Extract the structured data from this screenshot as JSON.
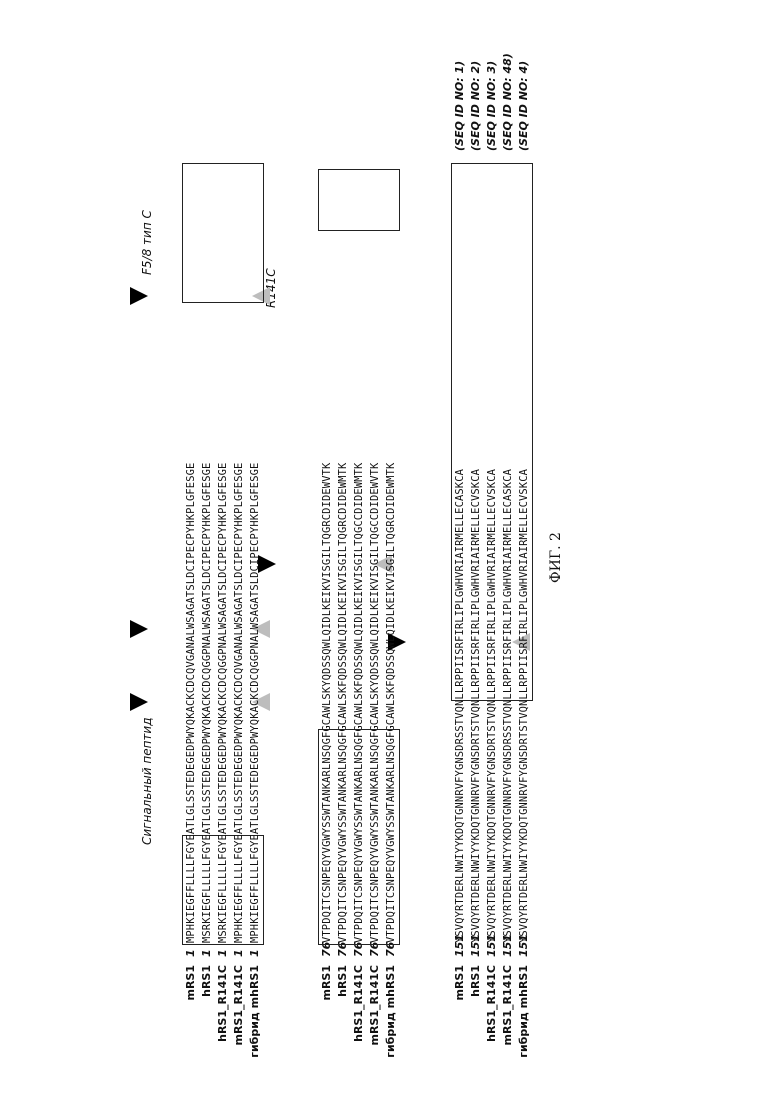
{
  "figure_label": "ФИГ. 2",
  "annotations": {
    "signal_peptide": "Сигнальный пептид",
    "f58": "F5/8 тип C",
    "r141c": "R141C"
  },
  "blocks": [
    {
      "rows": [
        {
          "name": "mRS1",
          "start": "1",
          "seq": "MPHKIEGFFLLLLFGYEATLGLSSTEDEGEDPWYQKACKCDCQVGANALWSAGATSLDCIPECPYHKPLGFESGE"
        },
        {
          "name": "hRS1",
          "start": "1",
          "seq": "MSRKIEGFLLLLLFGYEATLGLSSTEDEGEDPWYQKACKCDCQGGPNALWSAGATSLDCIPECPYHKPLGFESGE"
        },
        {
          "name": "hRS1_R141C",
          "start": "1",
          "seq": "MSRKIEGFLLLLLFGYEATLGLSSTEDEGEDPWYQKACKCDCQGGPNALWSAGATSLDCIPECPYHKPLGFESGE"
        },
        {
          "name": "mRS1_R141C",
          "start": "1",
          "seq": "MPHKIEGFFLLLLFGYEATLGLSSTEDEGEDPWYQKACKCDCQVGANALWSAGATSLDCIPECPYHKPLGFESGE"
        },
        {
          "name": "гибрид mhRS1",
          "start": "1",
          "seq": "MPHKIEGFFLLLLFGYEATLGLSSTEDEGEDPWYQKACKCDCQGGPNALWSAGATSLDCIPECPYHKPLGFESGE"
        }
      ]
    },
    {
      "rows": [
        {
          "name": "mRS1",
          "start": "76",
          "seq": "VTPDQITCSNPEQYVGWYSSWTANKARLNSQGFGCAWLSKYQDSSQWLQIDLKEIKVISGILTQGRCDIDEWVTK"
        },
        {
          "name": "hRS1",
          "start": "76",
          "seq": "VTPDQITCSNPEQYVGWYSSWTANKARLNSQGFGCAWLSKFQDSSQWLQIDLKEIKVISGILTQGRCDIDEWMTK"
        },
        {
          "name": "hRS1_R141C",
          "start": "76",
          "seq": "VTPDQITCSNPEQYVGWYSSWTANKARLNSQGFGCAWLSKFQDSSQWLQIDLKEIKVISGILTQGCCDIDEWMTK"
        },
        {
          "name": "mRS1_R141C",
          "start": "76",
          "seq": "VTPDQITCSNPEQYVGWYSSWTANKARLNSQGFGCAWLSKYQDSSQWLQIDLKEIKVISGILTQGCCDIDEWVTK"
        },
        {
          "name": "гибрид mhRS1",
          "start": "76",
          "seq": "VTPDQITCSNPEQYVGWYSSWTANKARLNSQGFGCAWLSKFQDSSQWLQIDLKEIKVISGILTQGRCDIDEWMTK"
        }
      ]
    },
    {
      "rows": [
        {
          "name": "mRS1",
          "start": "151",
          "seq": "YSVQYRTDERLNWIYYKDQTGNNRVFYGNSDRSSTVQNLLRPPIISRFIRLIPLGWHVRIAIRMELLECASKCA",
          "seqid": "(SEQ ID NO: 1)"
        },
        {
          "name": "hRS1",
          "start": "151",
          "seq": "YSVQYRTDERLNWIYYKDQTGNNRVFYGNSDRTSTVQNLLRPPIISRFIRLIPLGWHVRIAIRMELLECVSKCA",
          "seqid": "(SEQ ID NO: 2)"
        },
        {
          "name": "hRS1_R141C",
          "start": "151",
          "seq": "YSVQYRTDERLNWIYYKDQTGNNRVFYGNSDRTSTVQNLLRPPIISRFIRLIPLGWHVRIAIRMELLECVSKCA",
          "seqid": "(SEQ ID NO: 3)"
        },
        {
          "name": "mRS1_R141C",
          "start": "151",
          "seq": "YSVQYRTDERLNWIYYKDQTGNNRVFYGNSDRSSTVQNLLRPPIISRFIRLIPLGWHVRIAIRMELLECASKCA",
          "seqid": "(SEQ ID NO: 48)"
        },
        {
          "name": "гибрид mhRS1",
          "start": "151",
          "seq": "YSVQYRTDERLNWIYYKDQTGNNRVFYGNSDRTSTVQNLLRPPIISRFIRLIPLGWHVRIAIRMELLECVSKCA",
          "seqid": "(SEQ ID NO: 4)"
        }
      ]
    }
  ]
}
